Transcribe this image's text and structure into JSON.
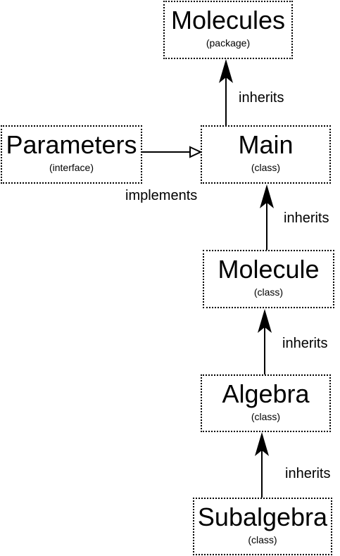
{
  "nodes": {
    "molecules": {
      "name": "Molecules",
      "kind": "(package)"
    },
    "parameters": {
      "name": "Parameters",
      "kind": "(interface)"
    },
    "main": {
      "name": "Main",
      "kind": "(class)"
    },
    "molecule": {
      "name": "Molecule",
      "kind": "(class)"
    },
    "algebra": {
      "name": "Algebra",
      "kind": "(class)"
    },
    "subalgebra": {
      "name": "Subalgebra",
      "kind": "(class)"
    }
  },
  "relations": {
    "main_molecules": "inherits",
    "parameters_main": "implements",
    "molecule_main": "inherits",
    "algebra_molecule": "inherits",
    "subalgebra_algebra": "inherits"
  }
}
